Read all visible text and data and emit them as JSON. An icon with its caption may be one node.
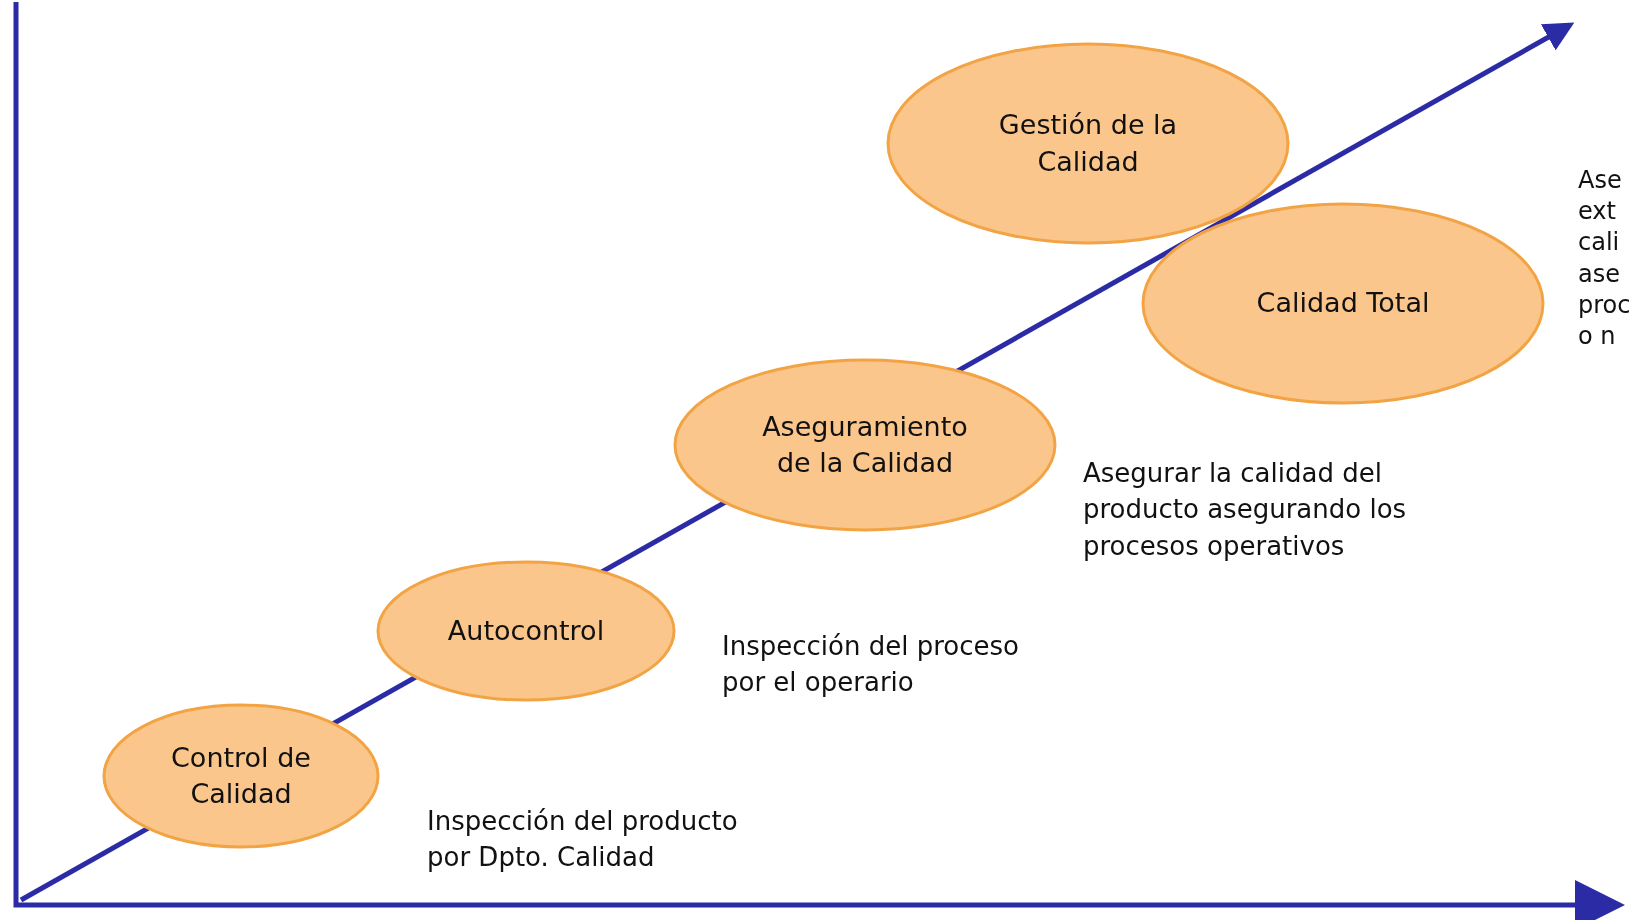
{
  "diagram": {
    "nodes": [
      {
        "text": [
          "Control de Calidad"
        ],
        "beside": [
          "Inspección del producto por Dpto. Calidad"
        ]
      },
      {
        "text": [
          "Autocontrol"
        ],
        "beside": [
          "Inspección del proceso por el operario"
        ]
      },
      {
        "text": [
          "Aseguramiento de la Calidad"
        ],
        "beside": [
          "Asegurar la calidad del producto asegurando los procesos operativos"
        ]
      },
      {
        "text": [
          "Gestión de la Calidad"
        ]
      },
      {
        "text": [
          "Calidad Total"
        ]
      }
    ],
    "labels": [
      "Ase ext cali ase proc o n"
    ]
  }
}
